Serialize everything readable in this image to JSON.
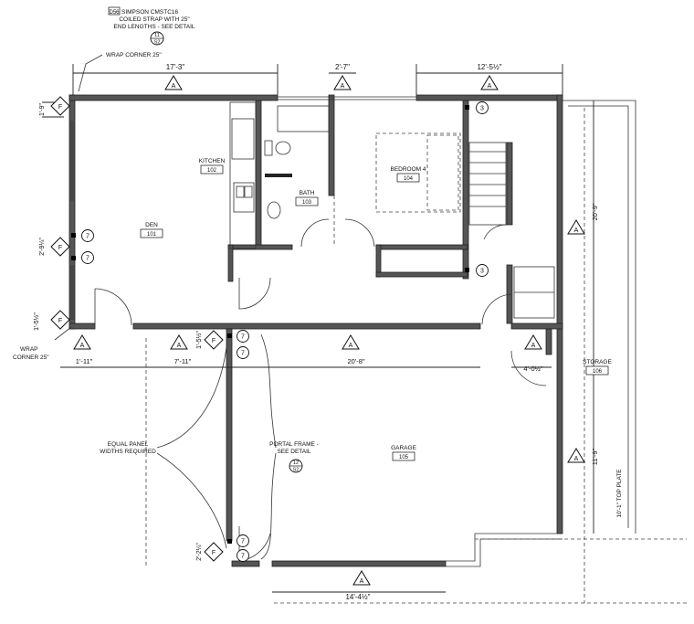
{
  "note": {
    "tag": "D56",
    "line1": "SIMPSON CMSTC16",
    "line2": "COILED STRAP WITH 25\"",
    "line3": "END LENGTHS - SEE DETAIL",
    "ref_num": "11",
    "ref_sheet": "S2"
  },
  "callouts": {
    "wrap_top": "WRAP CORNER 25\"",
    "wrap_bottom_1": "WRAP",
    "wrap_bottom_2": "CORNER 25\"",
    "equal_panel_1": "EQUAL PANEL",
    "equal_panel_2": "WIDTHS REQUIRED",
    "portal_1": "PORTAL FRAME -",
    "portal_2": "SEE DETAIL",
    "portal_num": "12",
    "portal_sheet": "S2",
    "top_plate": "10'-1\" TOP PLATE"
  },
  "dimensions": {
    "top_left": "17'-3\"",
    "top_mid": "2'-7\"",
    "top_right": "12'-5½\"",
    "left_top": "1'-9\"",
    "left_mid": "2'-9¼\"",
    "left_low": "1'-5½\"",
    "mid_left": "1'-11\"",
    "mid_a": "7'-11\"",
    "mid_b": "20'-8\"",
    "mid_c": "4'-0½\"",
    "garage_left": "1'-5½\"",
    "garage_bot_left": "2'-2¼\"",
    "bottom": "14'-4½\"",
    "right_upper": "20'-9\"",
    "right_lower": "11'-9\""
  },
  "rooms": [
    {
      "name": "KITCHEN",
      "num": "102"
    },
    {
      "name": "BATH",
      "num": "103"
    },
    {
      "name": "BEDROOM 4",
      "num": "104"
    },
    {
      "name": "DEN",
      "num": "101"
    },
    {
      "name": "STORAGE",
      "num": "106"
    },
    {
      "name": "GARAGE",
      "num": "105"
    }
  ],
  "tags": {
    "shear_a": "A",
    "shear_f": "F",
    "hold_3": "3",
    "hold_7": "7"
  }
}
